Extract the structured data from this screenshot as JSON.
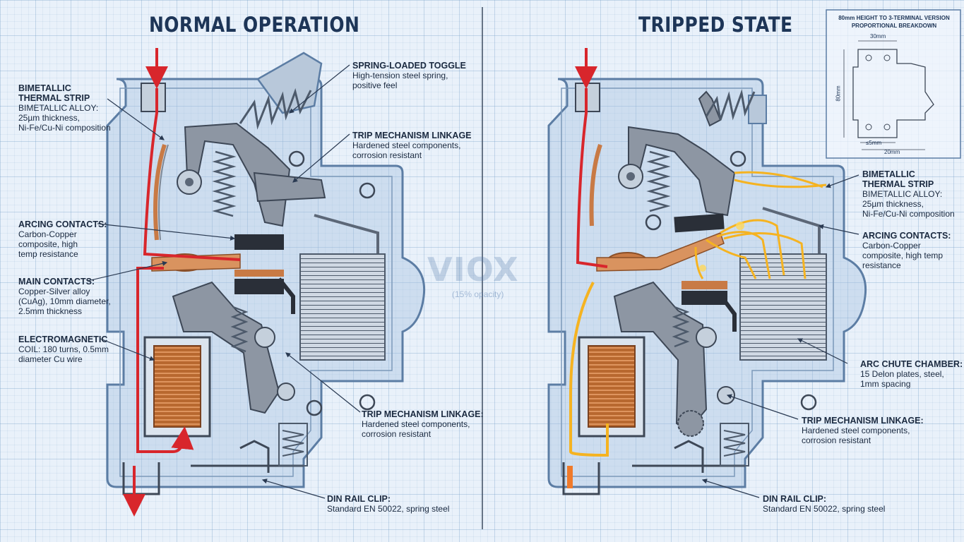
{
  "panels": {
    "normal": {
      "title": "NORMAL OPERATION"
    },
    "tripped": {
      "title": "TRIPPED STATE"
    }
  },
  "watermark": {
    "brand": "VIOX",
    "note": "(15% opacity)"
  },
  "labels_normal": {
    "bimetallic": {
      "title": "BIMETALLIC\nTHERMAL STRIP",
      "body": "BIMETALLIC ALLOY:\n25µm thickness,\nNi-Fe/Cu-Ni composition"
    },
    "arcing": {
      "title": "ARCING CONTACTS:",
      "body": "Carbon-Copper\ncomposite, high\ntemp resistance"
    },
    "main": {
      "title": "MAIN CONTACTS:",
      "body": "Copper-Silver alloy\n(CuAg), 10mm diameter,\n2.5mm thickness"
    },
    "coil": {
      "title": "ELECTROMAGNETIC",
      "body": "COIL: 180 turns, 0.5mm\ndiameter Cu wire"
    },
    "toggle": {
      "title": "SPRING-LOADED TOGGLE",
      "body": "High-tension steel spring,\npositive feel"
    },
    "trip_top": {
      "title": "TRIP MECHANISM LINKAGE",
      "body": "Hardened steel components,\ncorrosion resistant"
    },
    "trip_bottom": {
      "title": "TRIP MECHANISM LINKAGE:",
      "body": "Hardened steel components,\ncorrosion resistant"
    },
    "din": {
      "title": "DIN RAIL CLIP:",
      "body": "Standard EN 50022, spring steel"
    }
  },
  "labels_tripped": {
    "bimetallic": {
      "title": "BIMETALLIC\nTHERMAL STRIP",
      "body": "BIMETALLIC ALLOY:\n25µm thickness,\nNi-Fe/Cu-Ni composition"
    },
    "arcing": {
      "title": "ARCING CONTACTS:",
      "body": "Carbon-Copper\ncomposite, high temp\nresistance"
    },
    "arc_chute": {
      "title": "ARC CHUTE CHAMBER:",
      "body": "15 Delon plates, steel,\n1mm spacing"
    },
    "trip": {
      "title": "TRIP MECHANISM LINKAGE:",
      "body": "Hardened steel components,\ncorrosion resistant"
    },
    "din": {
      "title": "DIN RAIL CLIP:",
      "body": "Standard EN 50022, spring steel"
    }
  },
  "inset": {
    "title": "80mm HEIGHT TO 3-TERMINAL VERSION\nPROPORTIONAL BREAKDOWN",
    "top_dim": "30mm",
    "side_dim": "80mm",
    "inner_dim": "≤5mm",
    "bottom_dim": "20mm"
  },
  "colors": {
    "current_arrow": "#d8262c",
    "copper": "#c87a45",
    "arc": "#f5b321",
    "steel": "#8d96a3",
    "housing_line": "#5c7da4",
    "title": "#1d3557"
  }
}
